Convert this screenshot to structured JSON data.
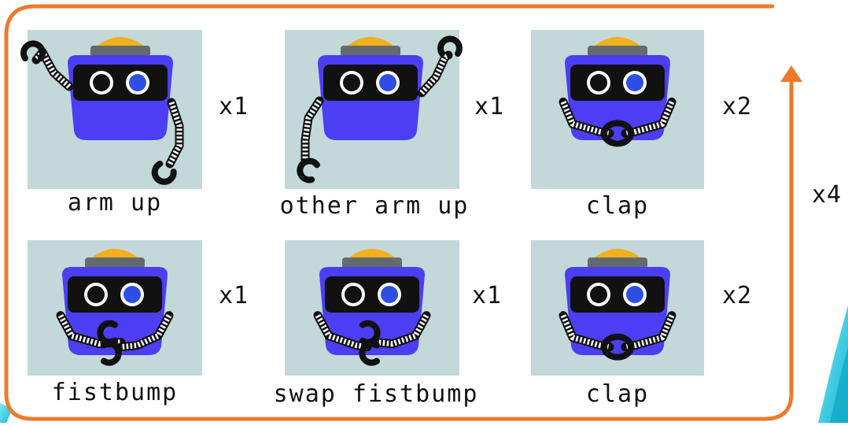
{
  "colors": {
    "frame": "#ee7a2c",
    "panel_bg": "#c3d8d8",
    "robot_body": "#4c3ef2",
    "robot_visor": "#111111",
    "robot_hat": "#f2b01e",
    "robot_hat_base": "#636b6e",
    "eye_left": "#111111",
    "eye_right": "#2f4fe4",
    "arm_segment": "#111111",
    "accent_cyan": "#1ec8e0"
  },
  "sequence": {
    "repeat_label": "x4",
    "moves": [
      {
        "label": "arm up",
        "count": "x1",
        "pose": "arm-up"
      },
      {
        "label": "other arm up",
        "count": "x1",
        "pose": "other-arm-up"
      },
      {
        "label": "clap",
        "count": "x2",
        "pose": "clap"
      },
      {
        "label": "fistbump",
        "count": "x1",
        "pose": "fistbump"
      },
      {
        "label": "swap fistbump",
        "count": "x1",
        "pose": "swap-fistbump"
      },
      {
        "label": "clap",
        "count": "x2",
        "pose": "clap"
      }
    ]
  }
}
